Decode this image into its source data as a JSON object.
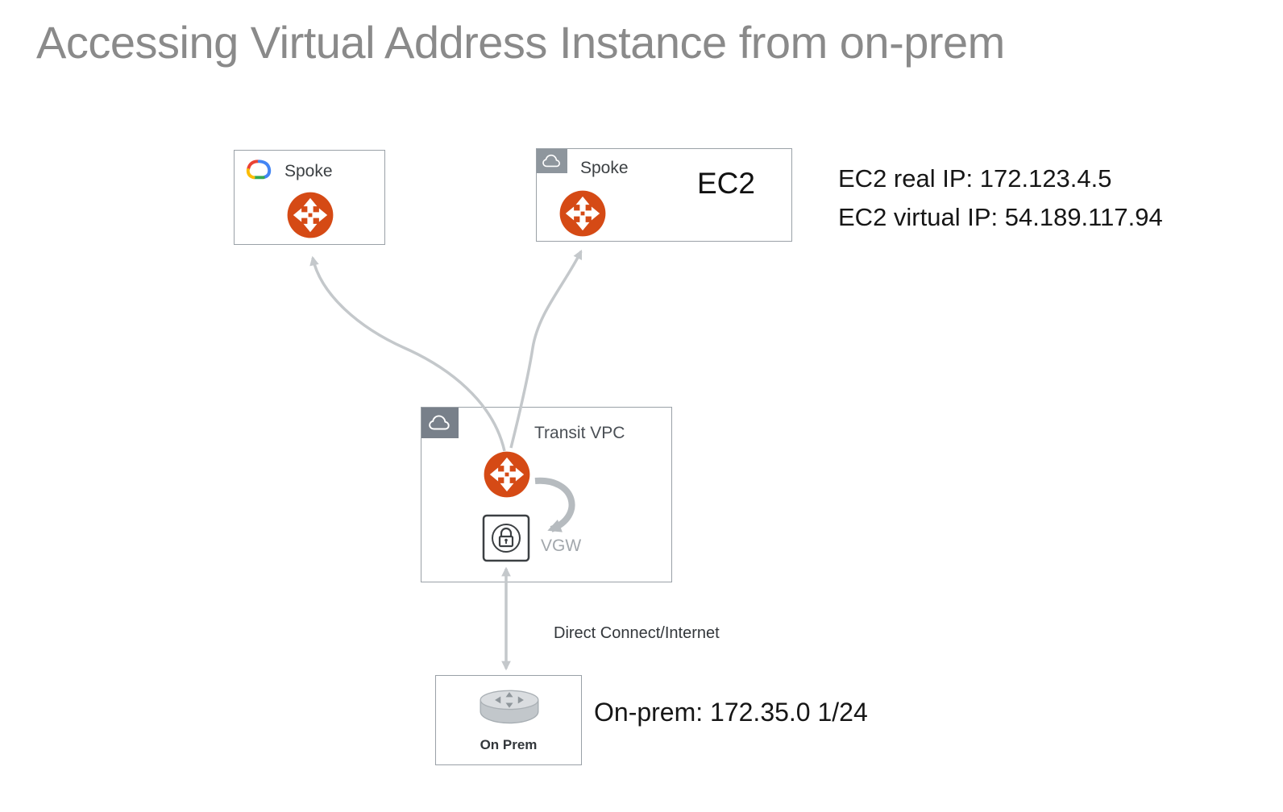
{
  "title": "Accessing Virtual Address Instance from on-prem",
  "boxes": {
    "spoke_gcp": {
      "label": "Spoke"
    },
    "spoke_aws": {
      "label": "Spoke",
      "instance": "EC2"
    },
    "transit": {
      "label": "Transit VPC",
      "vgw": "VGW"
    },
    "onprem": {
      "label": "On Prem"
    }
  },
  "annotations": {
    "ec2_real_ip": "EC2 real IP: 172.123.4.5",
    "ec2_virtual_ip": "EC2 virtual IP: 54.189.117.94",
    "link": "Direct Connect/Internet",
    "onprem_network": "On-prem: 172.35.0 1/24"
  },
  "icons": {
    "gcp_cloud": "google-cloud-logo",
    "aws_cloud_tab": "cloud-tab-icon",
    "router": "router-icon",
    "vgw_lock": "vpn-gateway-lock-icon",
    "onprem_router": "onprem-router-cylinder-icon"
  },
  "colors": {
    "router_orange": "#D54A15",
    "arrow_gray": "#c4c8cb",
    "arrow_gray_thick": "#b6bbbf",
    "title_gray": "#8a8a8a",
    "box_border": "#9aa1a7",
    "tab_gray": "#8e969d",
    "tab_dark_gray": "#78808a",
    "gcp_blue": "#4285F4",
    "gcp_red": "#EA4335",
    "gcp_yellow": "#FBBC05",
    "gcp_green": "#34A853"
  }
}
